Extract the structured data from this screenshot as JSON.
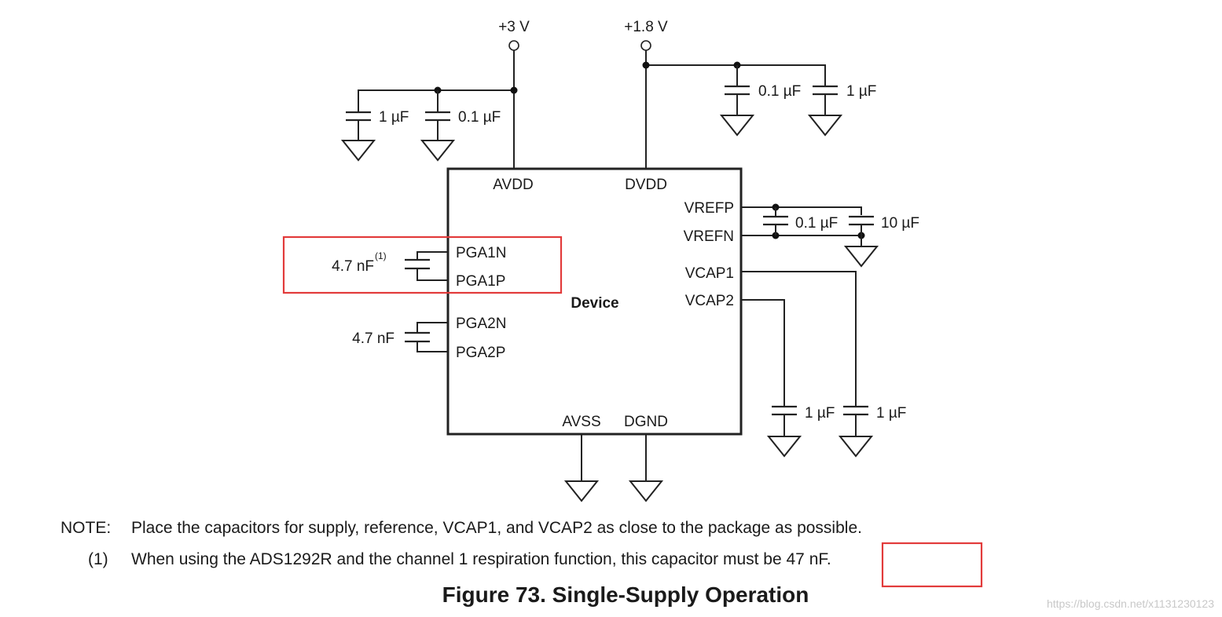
{
  "rails": {
    "plus3v": "+3 V",
    "plus1v8": "+1.8 V"
  },
  "capacitors": {
    "avdd_bulk": "1 µF",
    "avdd_decouple": "0.1 µF",
    "dvdd_decouple": "0.1 µF",
    "dvdd_bulk": "1 µF",
    "vref_decouple": "0.1 µF",
    "vref_bulk": "10 µF",
    "pga1": "4.7 nF",
    "pga1_footnote": "(1)",
    "pga2": "4.7 nF",
    "vcap2": "1 µF",
    "vcap1": "1 µF"
  },
  "device": {
    "name": "Device",
    "pins": {
      "avdd": "AVDD",
      "dvdd": "DVDD",
      "vrefp": "VREFP",
      "vrefn": "VREFN",
      "vcap1": "VCAP1",
      "vcap2": "VCAP2",
      "pga1n": "PGA1N",
      "pga1p": "PGA1P",
      "pga2n": "PGA2N",
      "pga2p": "PGA2P",
      "avss": "AVSS",
      "dgnd": "DGND"
    }
  },
  "notes": {
    "note_label": "NOTE:",
    "note_text": "Place the capacitors for supply, reference, VCAP1, and VCAP2 as close to the package as possible.",
    "fn_label": "(1)",
    "fn_text": "When using the ADS1292R and the channel 1 respiration function, this capacitor must be 47 nF."
  },
  "caption": "Figure 73.  Single-Supply Operation",
  "watermark": "https://blog.csdn.net/x1131230123",
  "colors": {
    "highlight": "#e23b3b",
    "ink": "#222222"
  }
}
